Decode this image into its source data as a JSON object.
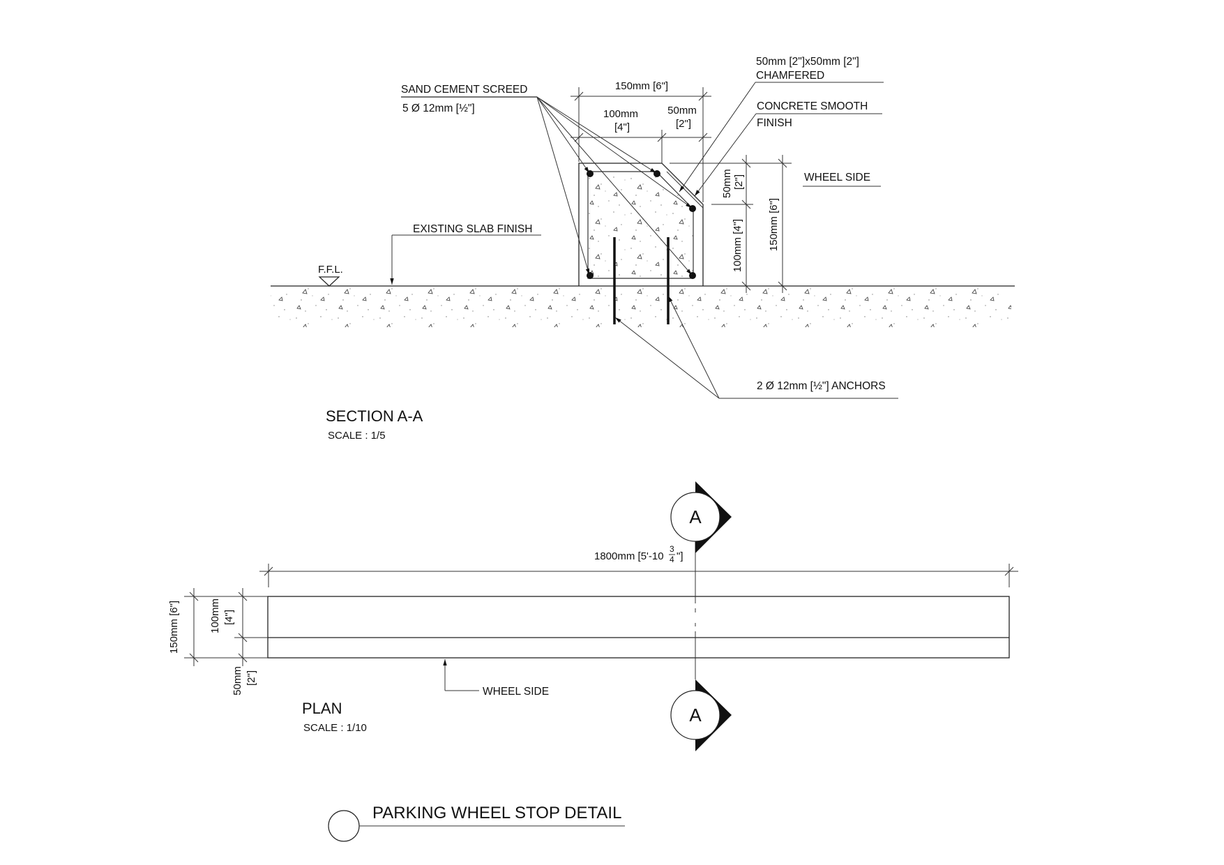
{
  "drawing": {
    "title": "PARKING WHEEL STOP DETAIL",
    "section": {
      "title": "SECTION A-A",
      "scale": "SCALE : 1/5",
      "labels": {
        "sand_cement_screed": "SAND CEMENT SCREED",
        "rebar": "5 Ø 12mm [½\"]",
        "chamfer_line1": "50mm [2\"]x50mm [2\"]",
        "chamfer_line2": "CHAMFERED",
        "finish_line1": "CONCRETE SMOOTH",
        "finish_line2": "FINISH",
        "wheel_side": "WHEEL SIDE",
        "existing_slab": "EXISTING SLAB FINISH",
        "ffl": "F.F.L.",
        "anchors": "2 Ø 12mm [½\"] ANCHORS"
      },
      "dimensions": {
        "total_width": "150mm [6\"]",
        "flat_width_mm": "100mm",
        "flat_width_in": "[4\"]",
        "chamfer_width_mm": "50mm",
        "chamfer_width_in": "[2\"]",
        "chamfer_height_mm": "50mm",
        "chamfer_height_in": "[2\"]",
        "lower_height": "100mm [4\"]",
        "total_height": "150mm [6\"]"
      }
    },
    "plan": {
      "title": "PLAN",
      "scale": "SCALE : 1/10",
      "length": "1800mm [5'-10",
      "length_frac_num": "3",
      "length_frac_den": "4",
      "length_suffix": "\"]",
      "width_total": "150mm [6\"]",
      "width_upper_mm": "100mm",
      "width_upper_in": "[4\"]",
      "width_lower_mm": "50mm",
      "width_lower_in": "[2\"]",
      "wheel_side": "WHEEL SIDE",
      "section_marker": "A"
    }
  }
}
